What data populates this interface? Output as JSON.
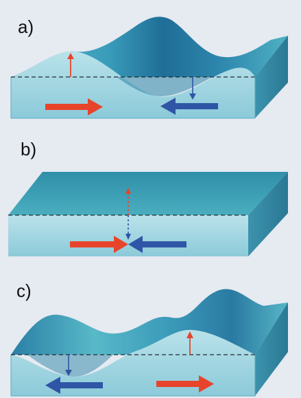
{
  "panels": [
    {
      "label": "a)"
    },
    {
      "label": "b)"
    },
    {
      "label": "c)"
    }
  ],
  "colors": {
    "background": "#e6eaf1",
    "water_top_light": "#56b8c6",
    "water_top_dark": "#1a5f8a",
    "water_front": "#a9d9e4",
    "water_side": "#3e98b0",
    "arrow_red": "#e8442b",
    "arrow_blue": "#2f55a6",
    "dashed_line": "#1e2a33"
  }
}
